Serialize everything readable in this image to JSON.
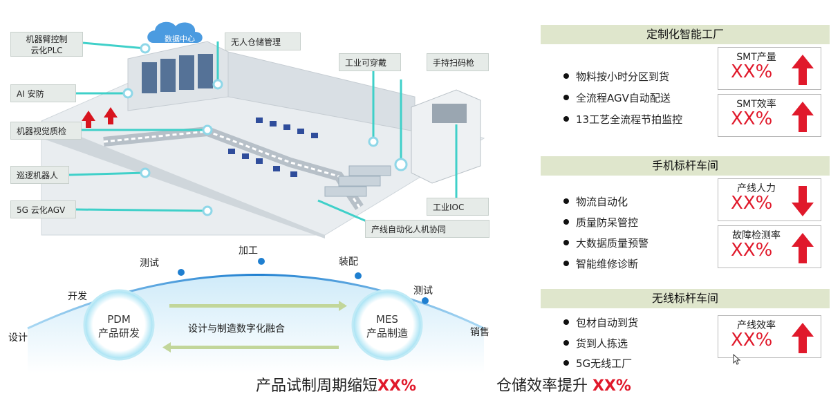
{
  "factory": {
    "cloud_label": "数据中心",
    "labels": {
      "robot_arm_plc_line1": "机器臂控制",
      "robot_arm_plc_line2": "云化PLC",
      "ai_security": "AI 安防",
      "vision_qc": "机器视觉质检",
      "patrol_robot": "巡逻机器人",
      "agv_5g": "5G 云化AGV",
      "unmanned_warehouse": "无人仓储管理",
      "wearable": "工业可穿戴",
      "scanner": "手持扫码枪",
      "ioc": "工业IOC",
      "line_automation": "产线自动化人机协同"
    }
  },
  "arc": {
    "stages": [
      "设计",
      "开发",
      "测试",
      "加工",
      "装配",
      "测试",
      "销售"
    ],
    "pdm": {
      "line1": "PDM",
      "line2": "产品研发"
    },
    "mes": {
      "line1": "MES",
      "line2": "产品制造"
    },
    "middle_text": "设计与制造数字化融合"
  },
  "bottom": {
    "stat1_label": "产品试制周期缩短",
    "stat1_value": "XX%",
    "stat2_label": "仓储效率提升 ",
    "stat2_value": "XX%"
  },
  "panels": [
    {
      "title": "定制化智能工厂",
      "bullets": [
        "物料按小时分区到货",
        "全流程AGV自动配送",
        "13工艺全流程节拍监控"
      ],
      "kpis": [
        {
          "name": "SMT产量",
          "value": "XX%",
          "direction": "up"
        },
        {
          "name": "SMT效率",
          "value": "XX%",
          "direction": "up"
        }
      ]
    },
    {
      "title": "手机标杆车间",
      "bullets": [
        "物流自动化",
        "质量防呆管控",
        "大数据质量预警",
        "智能维修诊断"
      ],
      "kpis": [
        {
          "name": "产线人力",
          "value": "XX%",
          "direction": "down"
        },
        {
          "name": "故障检测率",
          "value": "XX%",
          "direction": "up"
        }
      ]
    },
    {
      "title": "无线标杆车间",
      "bullets": [
        "包材自动到货",
        "货到人拣选",
        "5G无线工厂"
      ],
      "kpis": [
        {
          "name": "产线效率",
          "value": "XX%",
          "direction": "up"
        }
      ]
    }
  ],
  "colors": {
    "accent_red": "#e0192b",
    "title_bg": "#dfe6cc",
    "cyan_line": "#3fd0c9",
    "arc_blue": "#2a8fd6"
  }
}
